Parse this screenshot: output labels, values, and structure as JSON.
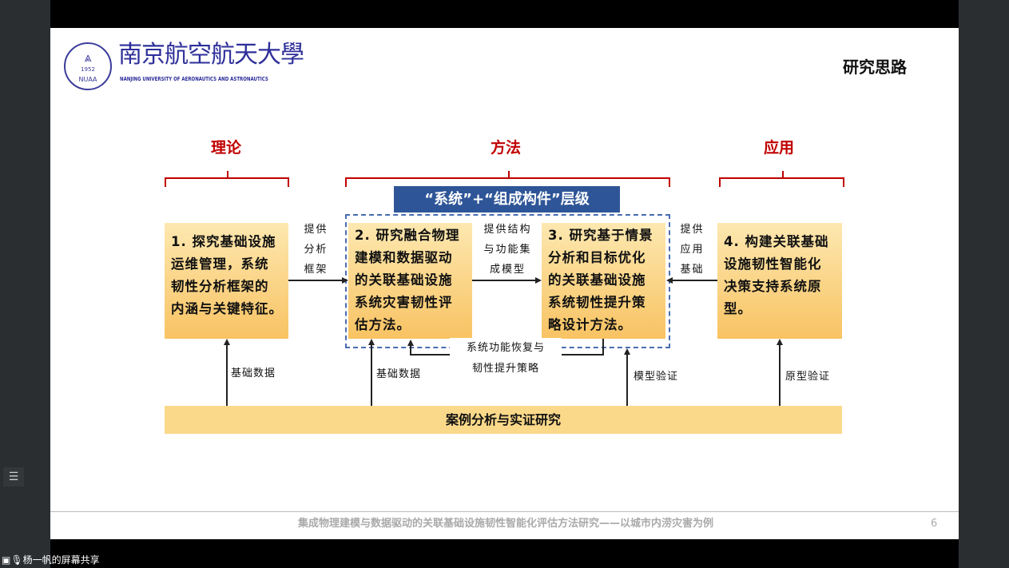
{
  "slide": {
    "logo": {
      "name_cn": "南京航空航天大學",
      "name_en": "NANJING UNIVERSITY OF AERONAUTICS AND ASTRONAUTICS",
      "seal_text": "NUAA",
      "seal_year": "1952"
    },
    "title": "研究思路",
    "headings": {
      "theory": "理论",
      "method": "方法",
      "application": "应用"
    },
    "banner": "“系统”+“组成构件”层级",
    "boxes": [
      {
        "lines": [
          "1. 探究基础设施",
          "运维管理，系统",
          "韧性分析框架的",
          "内涵与关键特征。"
        ]
      },
      {
        "lines": [
          "2. 研究融合物理",
          "建模和数据驱动",
          "的关联基础设施",
          "系统灾害韧性评",
          "估方法。"
        ]
      },
      {
        "lines": [
          "3. 研究基于情景",
          "分析和目标优化",
          "的关联基础设施",
          "系统韧性提升策",
          "略设计方法。"
        ]
      },
      {
        "lines": [
          "4. 构建关联基础",
          "设施韧性智能化",
          "决策支持系统原",
          "型。"
        ]
      }
    ],
    "arrow_labels": {
      "a12": [
        "提供",
        "分析",
        "框架"
      ],
      "a23": [
        "提供结构",
        "与功能集",
        "成模型"
      ],
      "a43": [
        "提供",
        "应用",
        "基础"
      ],
      "feedback": [
        "系统功能恢复与",
        "韧性提升策略"
      ],
      "up1": "基础数据",
      "up2": "基础数据",
      "up3": "模型验证",
      "up4": "原型验证"
    },
    "bottom_bar": "案例分析与实证研究",
    "footer": "集成物理建模与数据驱动的关联基础设施韧性智能化评估方法研究——以城市内涝灾害为例",
    "page_number": "6"
  },
  "screen_share": {
    "label": "杨一帆的屏幕共享",
    "menu_icon": "list-icon"
  },
  "colors": {
    "heading": "#c00000",
    "banner": "#2e5597",
    "box": "#f8c363",
    "bar": "#fbd98a"
  }
}
